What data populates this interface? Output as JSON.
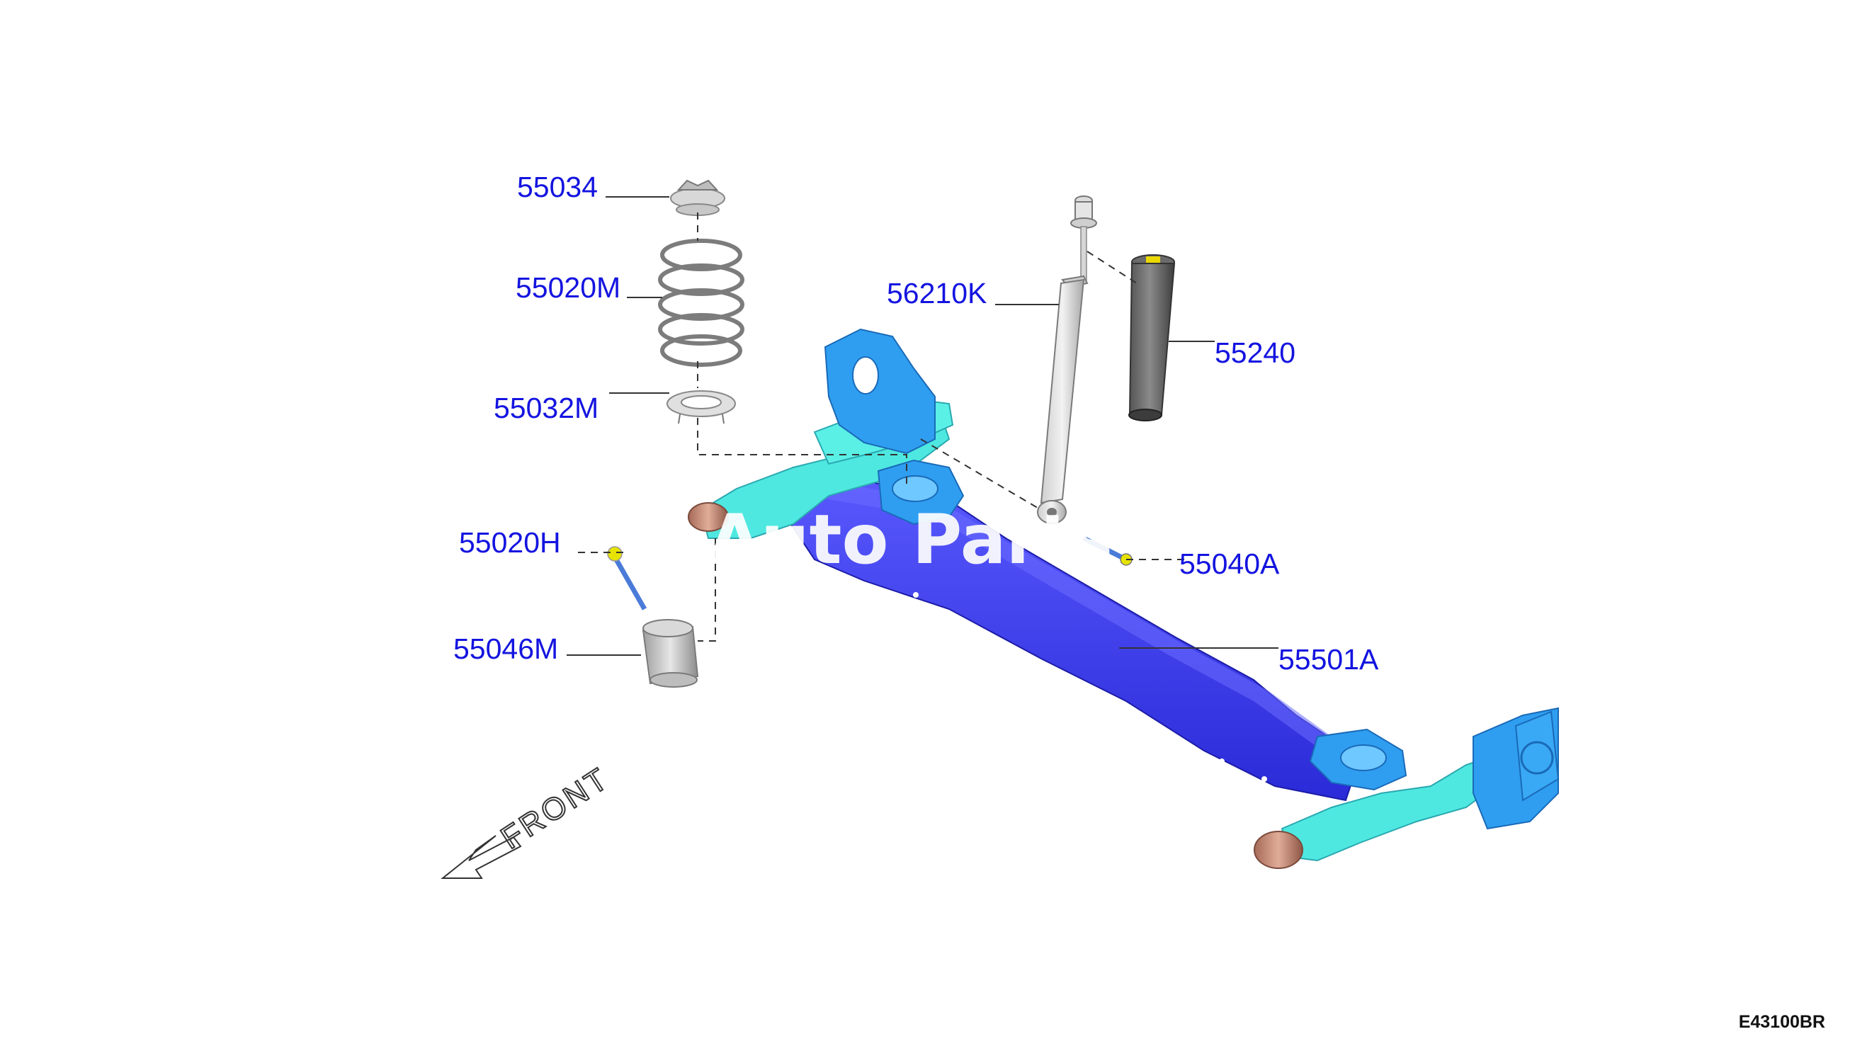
{
  "diagram": {
    "parts": [
      {
        "id": "55034",
        "label": "55034"
      },
      {
        "id": "55020M",
        "label": "55020M"
      },
      {
        "id": "55032M",
        "label": "55032M"
      },
      {
        "id": "56210K",
        "label": "56210K"
      },
      {
        "id": "55240",
        "label": "55240"
      },
      {
        "id": "55040A",
        "label": "55040A"
      },
      {
        "id": "55046M",
        "label": "55046M"
      },
      {
        "id": "55501A",
        "label": "55501A"
      },
      {
        "id": "partial",
        "label": "55020H"
      }
    ],
    "front_label": "FRONT",
    "drawing_code": "E43100BR",
    "watermark": "Auto Parts"
  },
  "colors": {
    "beam": "#3a3af2",
    "bracket": "#2f9ef0",
    "arm": "#4ee8e0",
    "bushing": "#c98a78",
    "spring": "#8a8a8a",
    "label": "#1414e0"
  }
}
